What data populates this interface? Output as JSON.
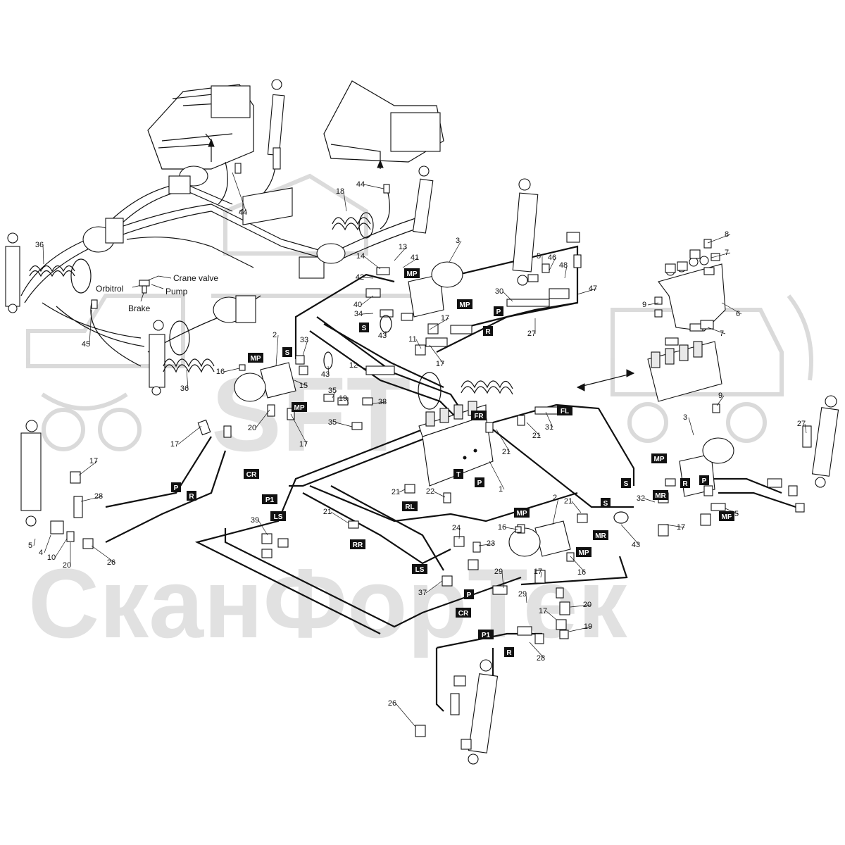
{
  "watermark": {
    "logo_text": "SFT",
    "company_text": "СканФорТек"
  },
  "annotations": [
    {
      "id": "crane-valve",
      "text": "Crane valve"
    },
    {
      "id": "pump",
      "text": "Pump"
    },
    {
      "id": "orbitrol",
      "text": "Orbitrol"
    },
    {
      "id": "brake",
      "text": "Brake"
    }
  ],
  "part_numbers": [
    "1",
    "2",
    "3",
    "4",
    "5",
    "6",
    "7",
    "8",
    "9",
    "10",
    "11",
    "12",
    "13",
    "14",
    "15",
    "16",
    "17",
    "18",
    "19",
    "20",
    "21",
    "22",
    "23",
    "24",
    "25",
    "26",
    "27",
    "28",
    "29",
    "30",
    "31",
    "32",
    "33",
    "34",
    "35",
    "36",
    "37",
    "38",
    "39",
    "40",
    "41",
    "42",
    "43",
    "44",
    "45",
    "46",
    "47",
    "48"
  ],
  "port_tags": [
    "MP",
    "S",
    "P",
    "R",
    "CR",
    "P1",
    "LS",
    "RR",
    "RL",
    "T",
    "FR",
    "FL",
    "MR"
  ]
}
